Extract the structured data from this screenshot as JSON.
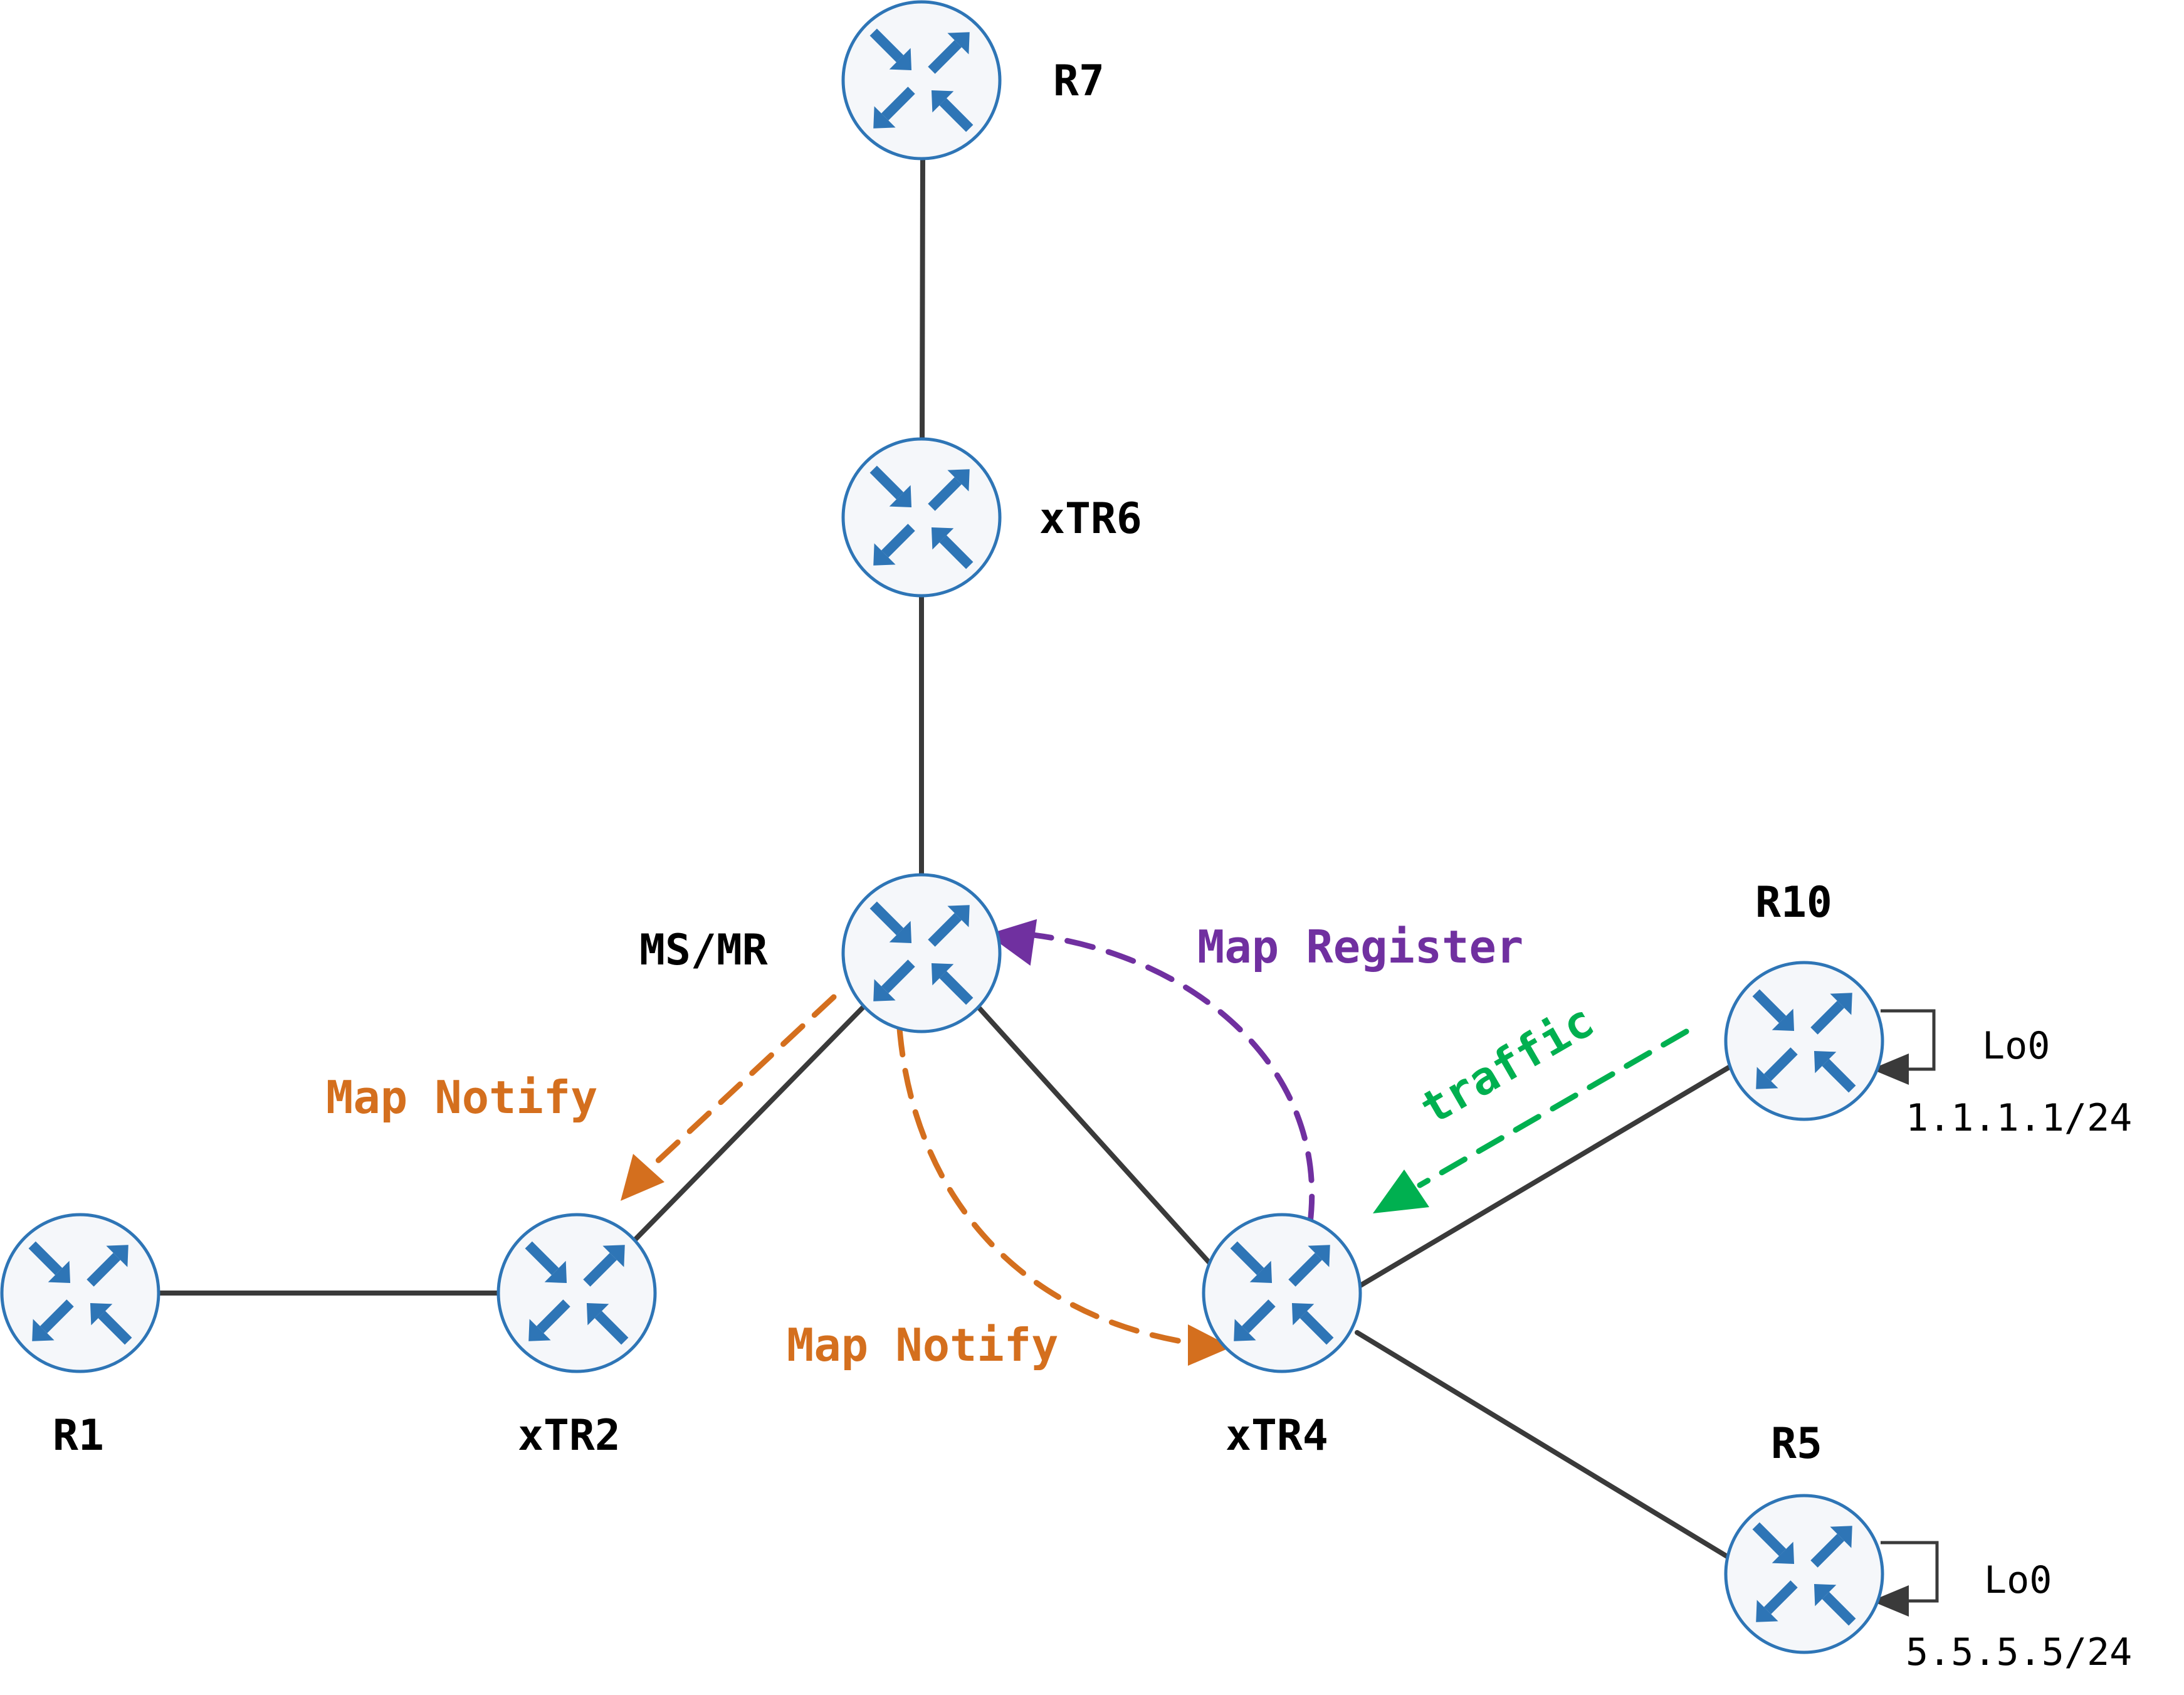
{
  "nodes": {
    "r7": {
      "label": "R7",
      "icon": "router-icon"
    },
    "xtr6": {
      "label": "xTR6",
      "icon": "router-icon"
    },
    "msmr": {
      "label": "MS/MR",
      "icon": "router-icon"
    },
    "r1": {
      "label": "R1",
      "icon": "router-icon"
    },
    "xtr2": {
      "label": "xTR2",
      "icon": "router-icon"
    },
    "xtr4": {
      "label": "xTR4",
      "icon": "router-icon"
    },
    "r10": {
      "label": "R10",
      "icon": "router-icon",
      "loopback": {
        "name": "Lo0",
        "address": "1.1.1.1/24"
      }
    },
    "r5": {
      "label": "R5",
      "icon": "router-icon",
      "loopback": {
        "name": "Lo0",
        "address": "5.5.5.5/24"
      }
    }
  },
  "links": [
    [
      "r7",
      "xtr6"
    ],
    [
      "xtr6",
      "msmr"
    ],
    [
      "msmr",
      "xtr2"
    ],
    [
      "msmr",
      "xtr4"
    ],
    [
      "r1",
      "xtr2"
    ],
    [
      "xtr4",
      "r10"
    ],
    [
      "xtr4",
      "r5"
    ]
  ],
  "flows": {
    "map_register": {
      "label": "Map Register",
      "color": "#7030a0",
      "from": "xtr4",
      "to": "msmr"
    },
    "map_notify_xtr2": {
      "label": "Map Notify",
      "color": "#d46f1e",
      "from": "msmr",
      "to": "xtr2"
    },
    "map_notify_xtr4": {
      "label": "Map Notify",
      "color": "#d46f1e",
      "from": "msmr",
      "to": "xtr4"
    },
    "traffic": {
      "label": "traffic",
      "color": "#00b050",
      "from": "r10",
      "to": "xtr4"
    }
  },
  "colors": {
    "router_fill": "#f5f7fa",
    "router_stroke": "#2e75b6",
    "link": "#3a3a3a",
    "map_register": "#7030a0",
    "map_notify": "#d46f1e",
    "traffic": "#00b050"
  }
}
